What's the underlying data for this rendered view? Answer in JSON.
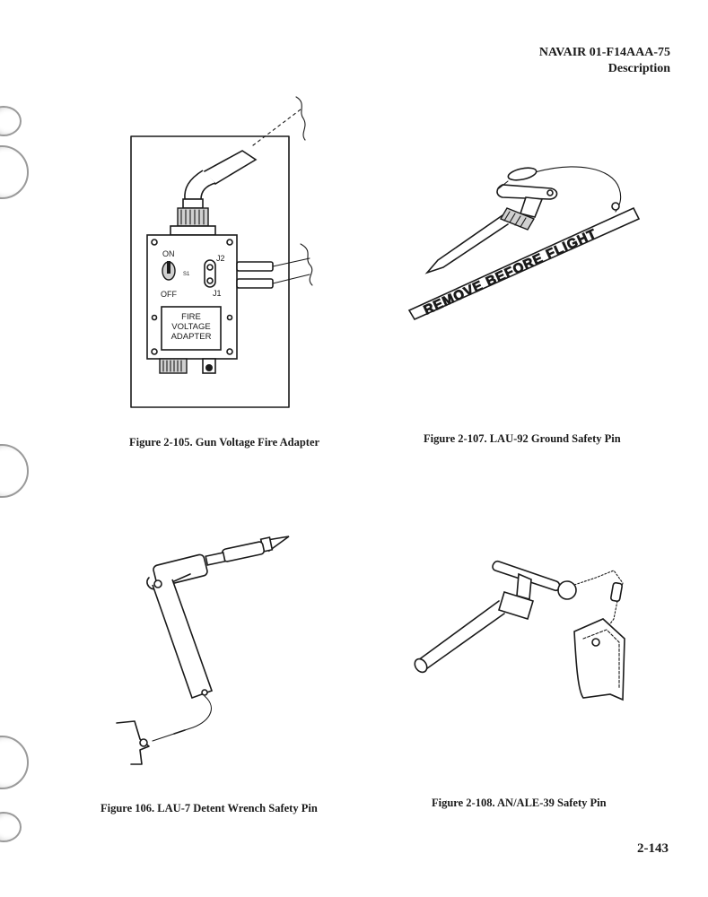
{
  "header": {
    "doc_number": "NAVAIR 01-F14AAA-75",
    "section": "Description"
  },
  "figures": [
    {
      "caption": "Figure 2-105. Gun Voltage Fire Adapter",
      "labels": {
        "on": "ON",
        "off": "OFF",
        "switch": "S1",
        "j2": "J2",
        "j1": "J1",
        "panel_line1": "FIRE",
        "panel_line2": "VOLTAGE",
        "panel_line3": "ADAPTER"
      }
    },
    {
      "caption": "Figure 2-107. LAU-92 Ground Safety Pin",
      "labels": {
        "streamer": "REMOVE BEFORE FLIGHT"
      }
    },
    {
      "caption": "Figure 106. LAU-7 Detent Wrench Safety Pin"
    },
    {
      "caption": "Figure 2-108. AN/ALE-39  Safety Pin"
    }
  ],
  "page_number": "2-143"
}
